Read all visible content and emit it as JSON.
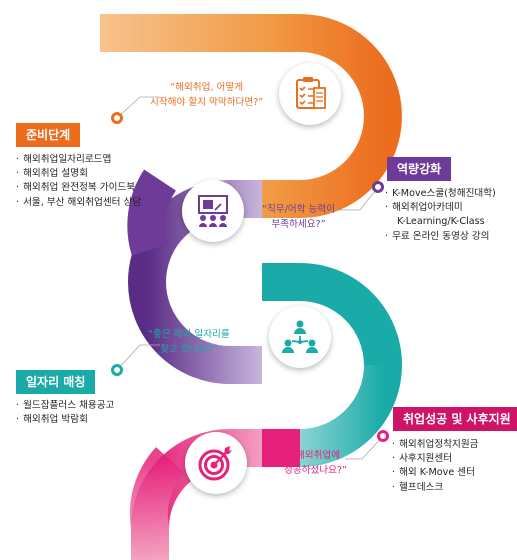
{
  "colors": {
    "orange": "#ec6d1e",
    "purple": "#6f3b98",
    "teal": "#1aaba8",
    "pink": "#e6217b",
    "dark_pink": "#cf1468"
  },
  "stages": [
    {
      "title": "준비단계",
      "items": [
        "해외취업일자리로드맵",
        "해외취업 설명회",
        "해외취업 완전정복 가이드북",
        "서울, 부산 해외취업센터 상담"
      ],
      "quote_line1": "“해외취업, 어떻게",
      "quote_line2": "시작해야 할지 막막하다면?”",
      "icon": "clipboard-checklist-icon"
    },
    {
      "title": "역량강화",
      "items": [
        "K-Move스쿨(청해진대학)",
        "해외취업아카데미",
        "K-Learning/K-Class",
        "무료 온라인 동영상 강의"
      ],
      "quote_line1": "“직무/어학 능력이",
      "quote_line2": "부족하세요?”",
      "icon": "presentation-board-icon"
    },
    {
      "title": "일자리 매칭",
      "items": [
        "월드잡플러스 채용공고",
        "해외취업 박람회"
      ],
      "quote_line1": "“좋은 해외 일자리를",
      "quote_line2": "찾고 있나요?”",
      "icon": "people-network-icon"
    },
    {
      "title": "취업성공 및 사후지원",
      "items": [
        "해외취업정착지원금",
        "사후지원센터",
        "해외 K-Move 센터",
        "헬프데스크"
      ],
      "quote_line1": "“해외취업에",
      "quote_line2": "성공하셨나요?”",
      "icon": "target-arrow-icon"
    }
  ]
}
